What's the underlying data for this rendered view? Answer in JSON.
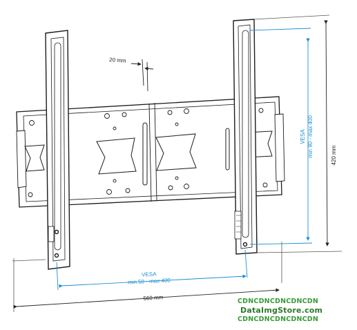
{
  "dimensions": {
    "gap": "20 mm",
    "height": "420 mm",
    "width": "560 mm"
  },
  "vesa_vertical": {
    "title": "VESA",
    "range": "min 90 - max 400"
  },
  "vesa_horizontal": {
    "title": "VESA",
    "range": "min 50 - max 400"
  },
  "watermark": {
    "line1": "CDNCDNCDNCDNCDN",
    "line2": "DataImgStore.com",
    "line3": "CDNCDNCDNCDNCDN"
  },
  "colors": {
    "vesa_blue": "#1a8fd0",
    "outline": "#1a1a1a",
    "watermark_green": "#3a9a3a"
  }
}
